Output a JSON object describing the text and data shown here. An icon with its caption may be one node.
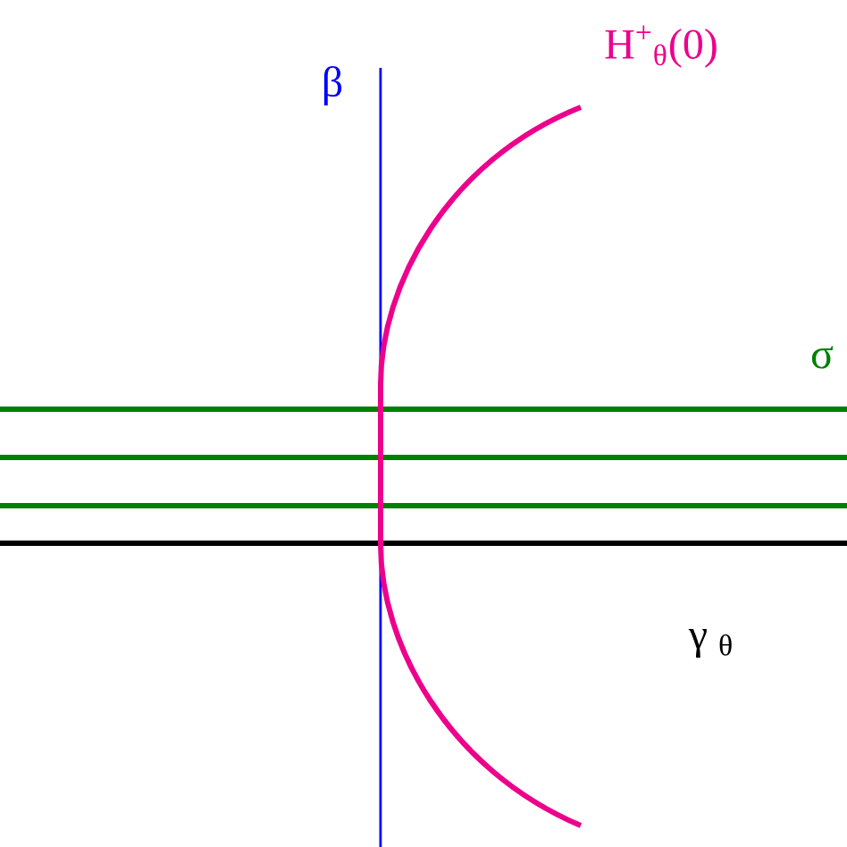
{
  "diagram": {
    "labels": [
      "β",
      "H$^{+}$$_{θ}$(0)",
      "σ",
      "γ $_{θ}$"
    ]
  }
}
